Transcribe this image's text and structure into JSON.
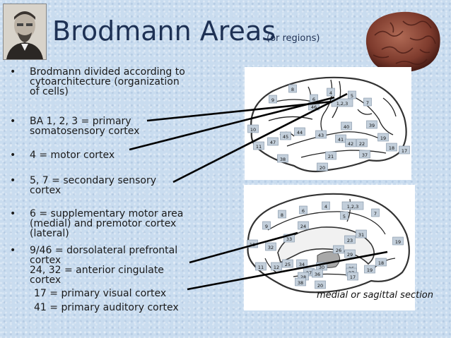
{
  "slide": {
    "title": "Brodmann Areas",
    "subtitle": "(or regions)",
    "bullets": [
      {
        "lines": [
          "Brodmann divided according to",
          "cytoarchitecture (organization",
          "of cells)"
        ]
      },
      {
        "lines": [
          "BA 1, 2, 3 = primary",
          "somatosensory cortex"
        ]
      },
      {
        "lines": [
          "4 = motor cortex"
        ]
      },
      {
        "lines": [
          "5, 7 = secondary sensory",
          "cortex"
        ]
      },
      {
        "lines": [
          "6 = supplementary motor area",
          "(medial) and premotor cortex",
          "(lateral)"
        ]
      },
      {
        "lines": [
          "9/46 = dorsolateral prefrontal",
          "cortex",
          "24, 32 = anterior cingulate",
          "cortex"
        ]
      }
    ],
    "extra_lines": [
      "17 = primary visual cortex",
      "41 = primary auditory cortex"
    ],
    "medial_caption": "medial or sagittal section"
  },
  "lateral_labels": [
    "8",
    "4",
    "5",
    "7",
    "6",
    "1,2,3",
    "9",
    "46",
    "10",
    "40",
    "39",
    "44",
    "45",
    "43",
    "41",
    "42",
    "22",
    "19",
    "18",
    "17",
    "11",
    "47",
    "38",
    "21",
    "37",
    "20"
  ],
  "medial_labels": [
    "4",
    "1,2,3",
    "8",
    "6",
    "5",
    "7",
    "9",
    "24",
    "31",
    "23",
    "33",
    "10",
    "32",
    "19",
    "26",
    "29",
    "12",
    "25",
    "34",
    "27",
    "30",
    "35",
    "18",
    "11",
    "28",
    "36",
    "37",
    "19",
    "17",
    "38",
    "20"
  ]
}
